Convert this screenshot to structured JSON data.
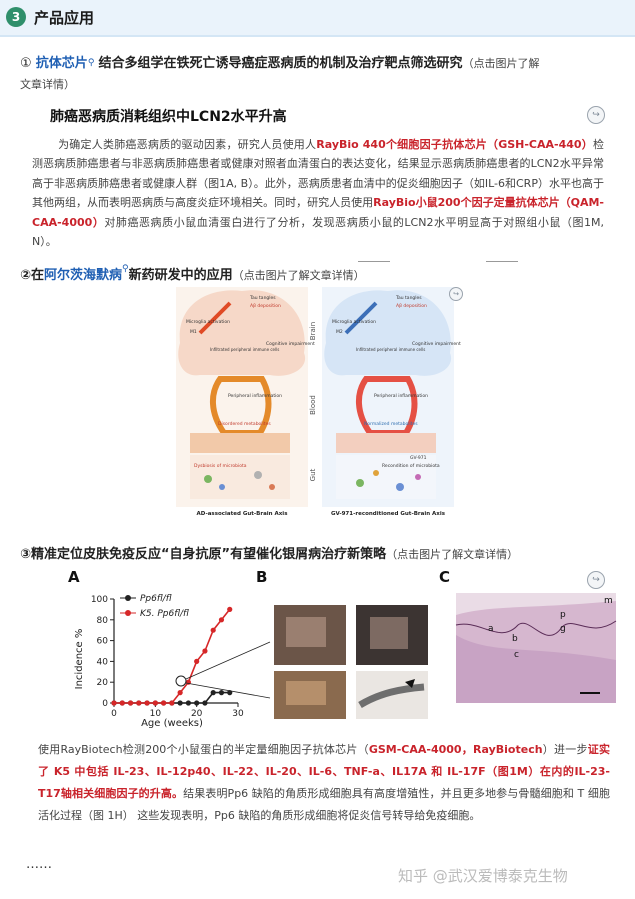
{
  "header": {
    "badge": "3",
    "title": "产品应用"
  },
  "section1": {
    "num": "①",
    "link": "抗体芯片",
    "title_rest": "结合多组学在铁死亡诱导癌症恶病质的机制及治疗靶点筛选研究",
    "note": "（点击图片了解",
    "note2": "文章详情）",
    "subtitle": "肺癌恶病质消耗组织中LCN2水平升高",
    "p_a": "为确定人类肺癌恶病质的驱动因素，研究人员使用人",
    "p_red1": "RayBio 440个细胞因子抗体芯片（GSH-CAA-440）",
    "p_b": "检测恶病质肺癌患者与非恶病质肺癌患者或健康对照者血清蛋白的表达变化，结果显示恶病质肺癌患者的LCN2水平异常高于非恶病质肺癌患者或健康人群（图1A, B）。此外，恶病质患者血清中的促炎细胞因子（如IL-6和CRP）水平也高于其他两组，从而表明恶病质与高度炎症环境相关。同时，研究人员使用",
    "p_red2": "RayBio小鼠200个因子定量抗体芯片（QAM-CAA-4000）",
    "p_c": "对肺癌恶病质小鼠血清蛋白进行了分析，发现恶病质小鼠的LCN2水平明显高于对照组小鼠（图1M, N）。"
  },
  "section2": {
    "num": "②在",
    "link": "阿尔茨海默病",
    "title_rest": "新药研发中的应用",
    "note": "（点击图片了解文章详情）",
    "figure": {
      "left_caption": "AD-associated Gut-Brain Axis",
      "right_caption": "GV-971-reconditioned Gut-Brain Axis",
      "side_labels": [
        "Brain",
        "Blood",
        "Gut"
      ],
      "left_labels": [
        "Tau tangles",
        "Aβ deposition",
        "Microglia activation",
        "M1",
        "Infiltrated peripheral immune cells",
        "Cognitive impairment",
        "Peripheral inflammation",
        "Disordered metabolites",
        "Dysbiosis of microbiota"
      ],
      "right_labels": [
        "Tau tangles",
        "Aβ deposition",
        "Microglia activation",
        "M2",
        "Infiltrated peripheral immune cells",
        "Cognitive impairment",
        "Peripheral inflammation",
        "Normalized metabolites",
        "Recondition of microbiota",
        "GV-971"
      ]
    }
  },
  "section3": {
    "num": "③",
    "title": "精准定位皮肤免疫反应“自身抗原”有望催化银屑病治疗新策略",
    "note": "（点击图片了解文章详情）",
    "panelA": "A",
    "panelB": "B",
    "panelC": "C",
    "p_a": "使用RayBiotech检测200个小鼠蛋白的半定量细胞因子抗体芯片（",
    "p_red1": "GSM-CAA-4000，RayBiotech",
    "p_b": "）进一步",
    "p_red2": "证实了 K5 中包括 IL-23、IL-12p40、IL-22、IL-20、IL-6、TNF-a、IL17A 和 IL-17F（图1M）在内的IL-23-T17轴相关细胞因子的升高。",
    "p_c": "结果表明Pp6 缺陷的角质形成细胞具有高度增殖性，并且更多地参与骨髓细胞和 T 细胞活化过程（图 1H） 这些发现表明，Pp6 缺陷的角质形成细胞将促炎信号转导给免疫细胞。",
    "histo_labels": [
      "m",
      "p",
      "a",
      "b",
      "c",
      "g"
    ],
    "ellipsis": "……"
  },
  "watermark": "知乎 @武汉爱博泰克生物",
  "chart_data": {
    "type": "line",
    "xlabel": "Age (weeks)",
    "ylabel": "Incidence %",
    "xlim": [
      0,
      30
    ],
    "ylim": [
      0,
      100
    ],
    "xticks": [
      0,
      10,
      20,
      30
    ],
    "yticks": [
      0,
      20,
      40,
      60,
      80,
      100
    ],
    "series": [
      {
        "name": "Pp6fl/fl",
        "color": "#222222",
        "x": [
          0,
          2,
          4,
          6,
          8,
          10,
          12,
          14,
          16,
          18,
          20,
          22,
          24,
          26,
          28
        ],
        "y": [
          0,
          0,
          0,
          0,
          0,
          0,
          0,
          0,
          0,
          0,
          0,
          0,
          10,
          10,
          10
        ]
      },
      {
        "name": "K5. Pp6fl/fl",
        "color": "#d62728",
        "x": [
          0,
          2,
          4,
          6,
          8,
          10,
          12,
          14,
          16,
          18,
          20,
          22,
          24,
          26,
          28
        ],
        "y": [
          0,
          0,
          0,
          0,
          0,
          0,
          0,
          0,
          10,
          20,
          40,
          50,
          70,
          80,
          90
        ]
      }
    ]
  }
}
